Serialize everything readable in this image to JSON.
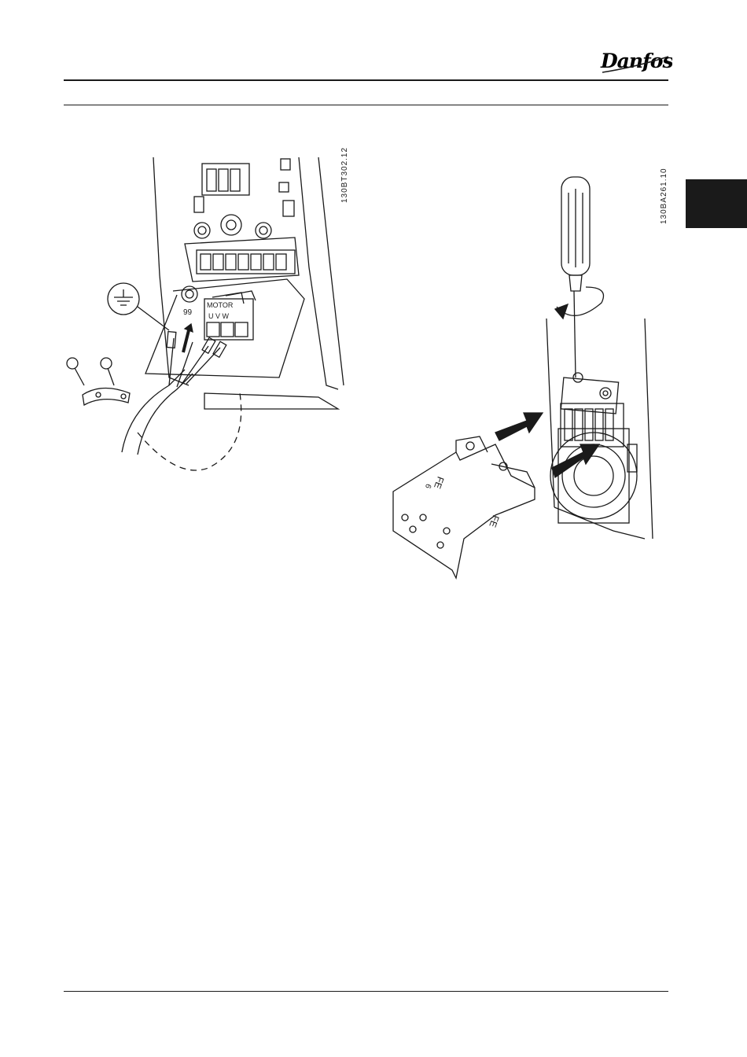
{
  "header": {
    "brand": "Danfoss"
  },
  "figures": [
    {
      "id": "130BT302.12",
      "labels": {
        "terminal": "99",
        "connector": "MOTOR",
        "phases": "U V W"
      }
    },
    {
      "id": "130BA261.10",
      "labels": {
        "plate_marking_1": "FE",
        "plate_marking_2": "6",
        "plate_marking_3": "FE"
      }
    }
  ]
}
